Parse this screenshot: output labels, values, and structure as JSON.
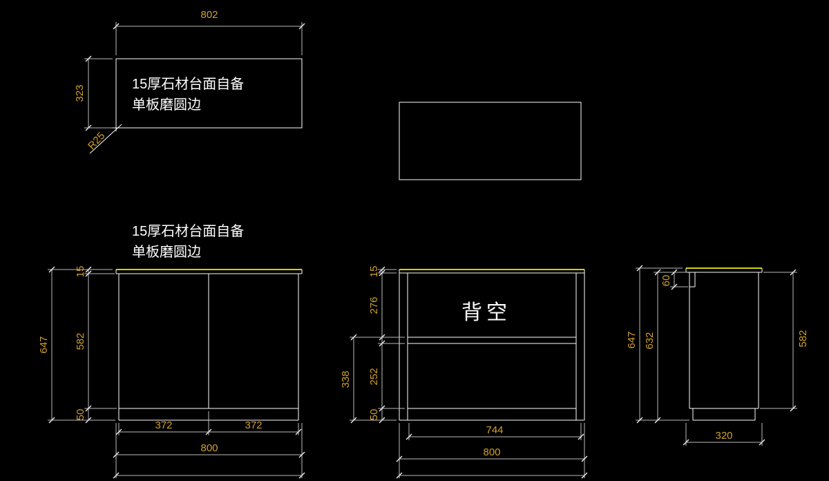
{
  "colors": {
    "background": "#000000",
    "geometry_line": "#ffffff",
    "countertop_line": "#f2f200",
    "dimension_line": "#bdbdbd",
    "dimension_text": "#d2a02a",
    "note_text": "#ffffff"
  },
  "plan_view": {
    "note_line1": "15厚石材台面自备",
    "note_line2": "单板磨圆边",
    "dim_width": "802",
    "dim_depth": "323",
    "dim_corner_radius": "R25"
  },
  "front_view": {
    "note_line1": "15厚石材台面自备",
    "note_line2": "单板磨圆边",
    "dim_total_height": "647",
    "dim_top_thickness": "15",
    "dim_body_height": "582",
    "dim_base_height": "50",
    "dim_door_left": "372",
    "dim_door_right": "372",
    "dim_total_width": "800"
  },
  "section_view": {
    "back_void_label": "背空",
    "dim_top_thickness": "15",
    "dim_upper_space": "276",
    "dim_lower_overall": "338",
    "dim_lower_space": "252",
    "dim_base_height": "50",
    "dim_inner_width": "744",
    "dim_total_width": "800"
  },
  "side_view": {
    "dim_total_height": "647",
    "dim_under_top_height": "632",
    "dim_apron_height": "60",
    "dim_body_height": "582",
    "dim_depth": "320"
  }
}
